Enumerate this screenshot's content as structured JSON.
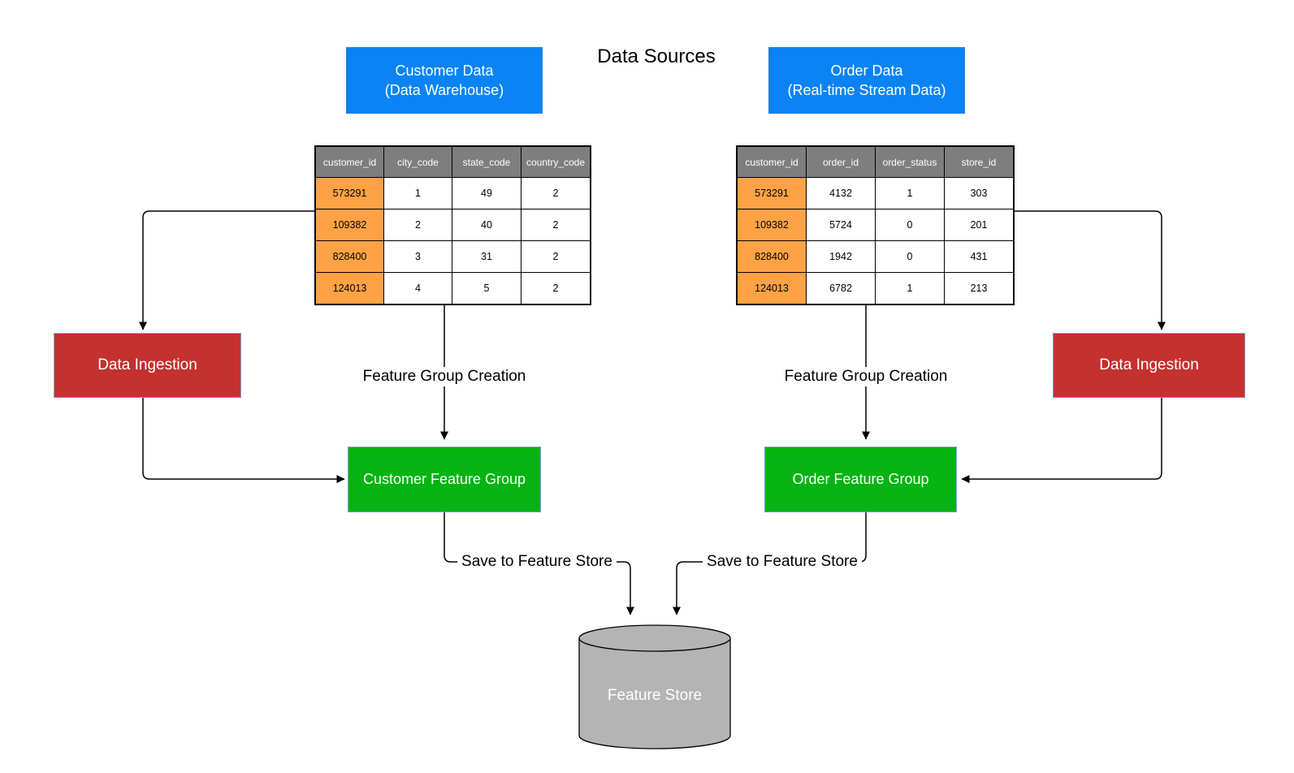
{
  "title": "Data Sources",
  "sources": {
    "customer": {
      "line1": "Customer Data",
      "line2": "(Data Warehouse)"
    },
    "order": {
      "line1": "Order Data",
      "line2": "(Real-time Stream Data)"
    }
  },
  "tables": {
    "customer": {
      "headers": [
        "customer_id",
        "city_code",
        "state_code",
        "country_code"
      ],
      "rows": [
        [
          "573291",
          "1",
          "49",
          "2"
        ],
        [
          "109382",
          "2",
          "40",
          "2"
        ],
        [
          "828400",
          "3",
          "31",
          "2"
        ],
        [
          "124013",
          "4",
          "5",
          "2"
        ]
      ]
    },
    "order": {
      "headers": [
        "customer_id",
        "order_id",
        "order_status",
        "store_id"
      ],
      "rows": [
        [
          "573291",
          "4132",
          "1",
          "303"
        ],
        [
          "109382",
          "5724",
          "0",
          "201"
        ],
        [
          "828400",
          "1942",
          "0",
          "431"
        ],
        [
          "124013",
          "6782",
          "1",
          "213"
        ]
      ]
    }
  },
  "nodes": {
    "ingestion_left": "Data Ingestion",
    "ingestion_right": "Data Ingestion",
    "customer_feature_group": "Customer Feature Group",
    "order_feature_group": "Order Feature Group",
    "feature_store": "Feature Store"
  },
  "edge_labels": {
    "creation_left": "Feature Group Creation",
    "creation_right": "Feature Group Creation",
    "save_left": "Save to Feature Store",
    "save_right": "Save to Feature Store"
  },
  "colors": {
    "source_blue": "#0a84f4",
    "ingestion_red": "#c4312e",
    "feature_green": "#05b312",
    "key_orange": "#ffa245",
    "header_gray": "#7e7e7e",
    "store_gray": "#b4b4b4"
  }
}
